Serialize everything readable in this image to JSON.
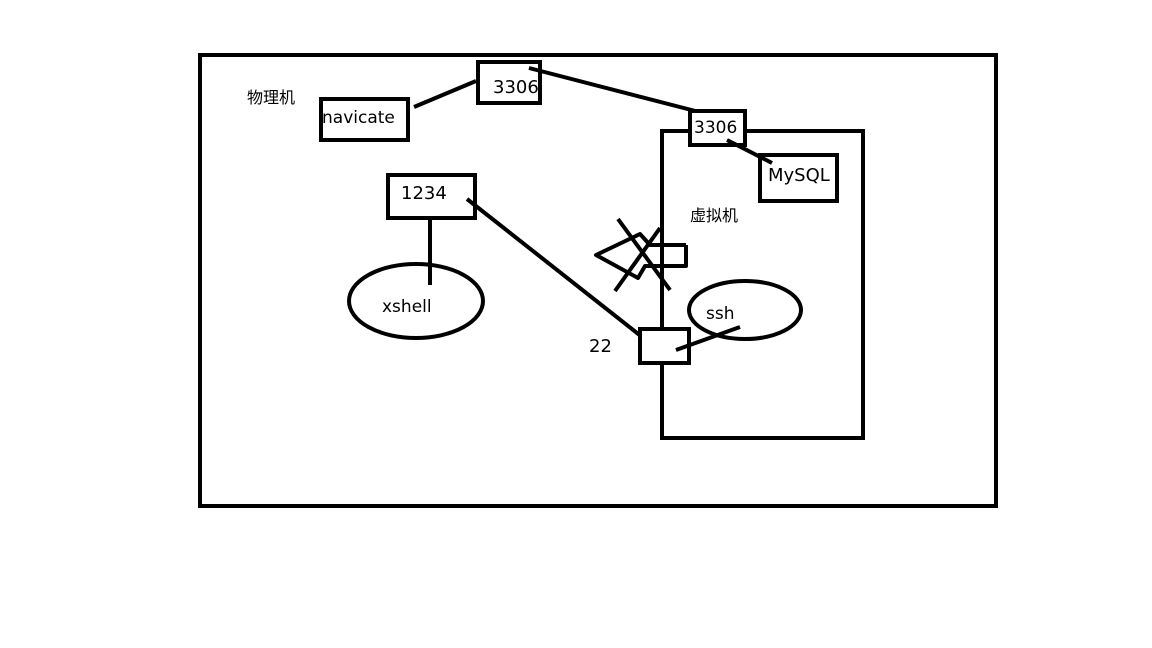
{
  "diagram": {
    "stroke_color": "#000000",
    "background_color": "#ffffff",
    "labels": {
      "physical_machine": "物理机",
      "navicat": "navicate",
      "host_port_mysql": "3306",
      "vm_port_mysql": "3306",
      "mysql": "MySQL",
      "virtual_machine": "虚拟机",
      "host_port_ssh": "1234",
      "xshell": "xshell",
      "ssh": "ssh",
      "vm_port_ssh": "22"
    }
  }
}
